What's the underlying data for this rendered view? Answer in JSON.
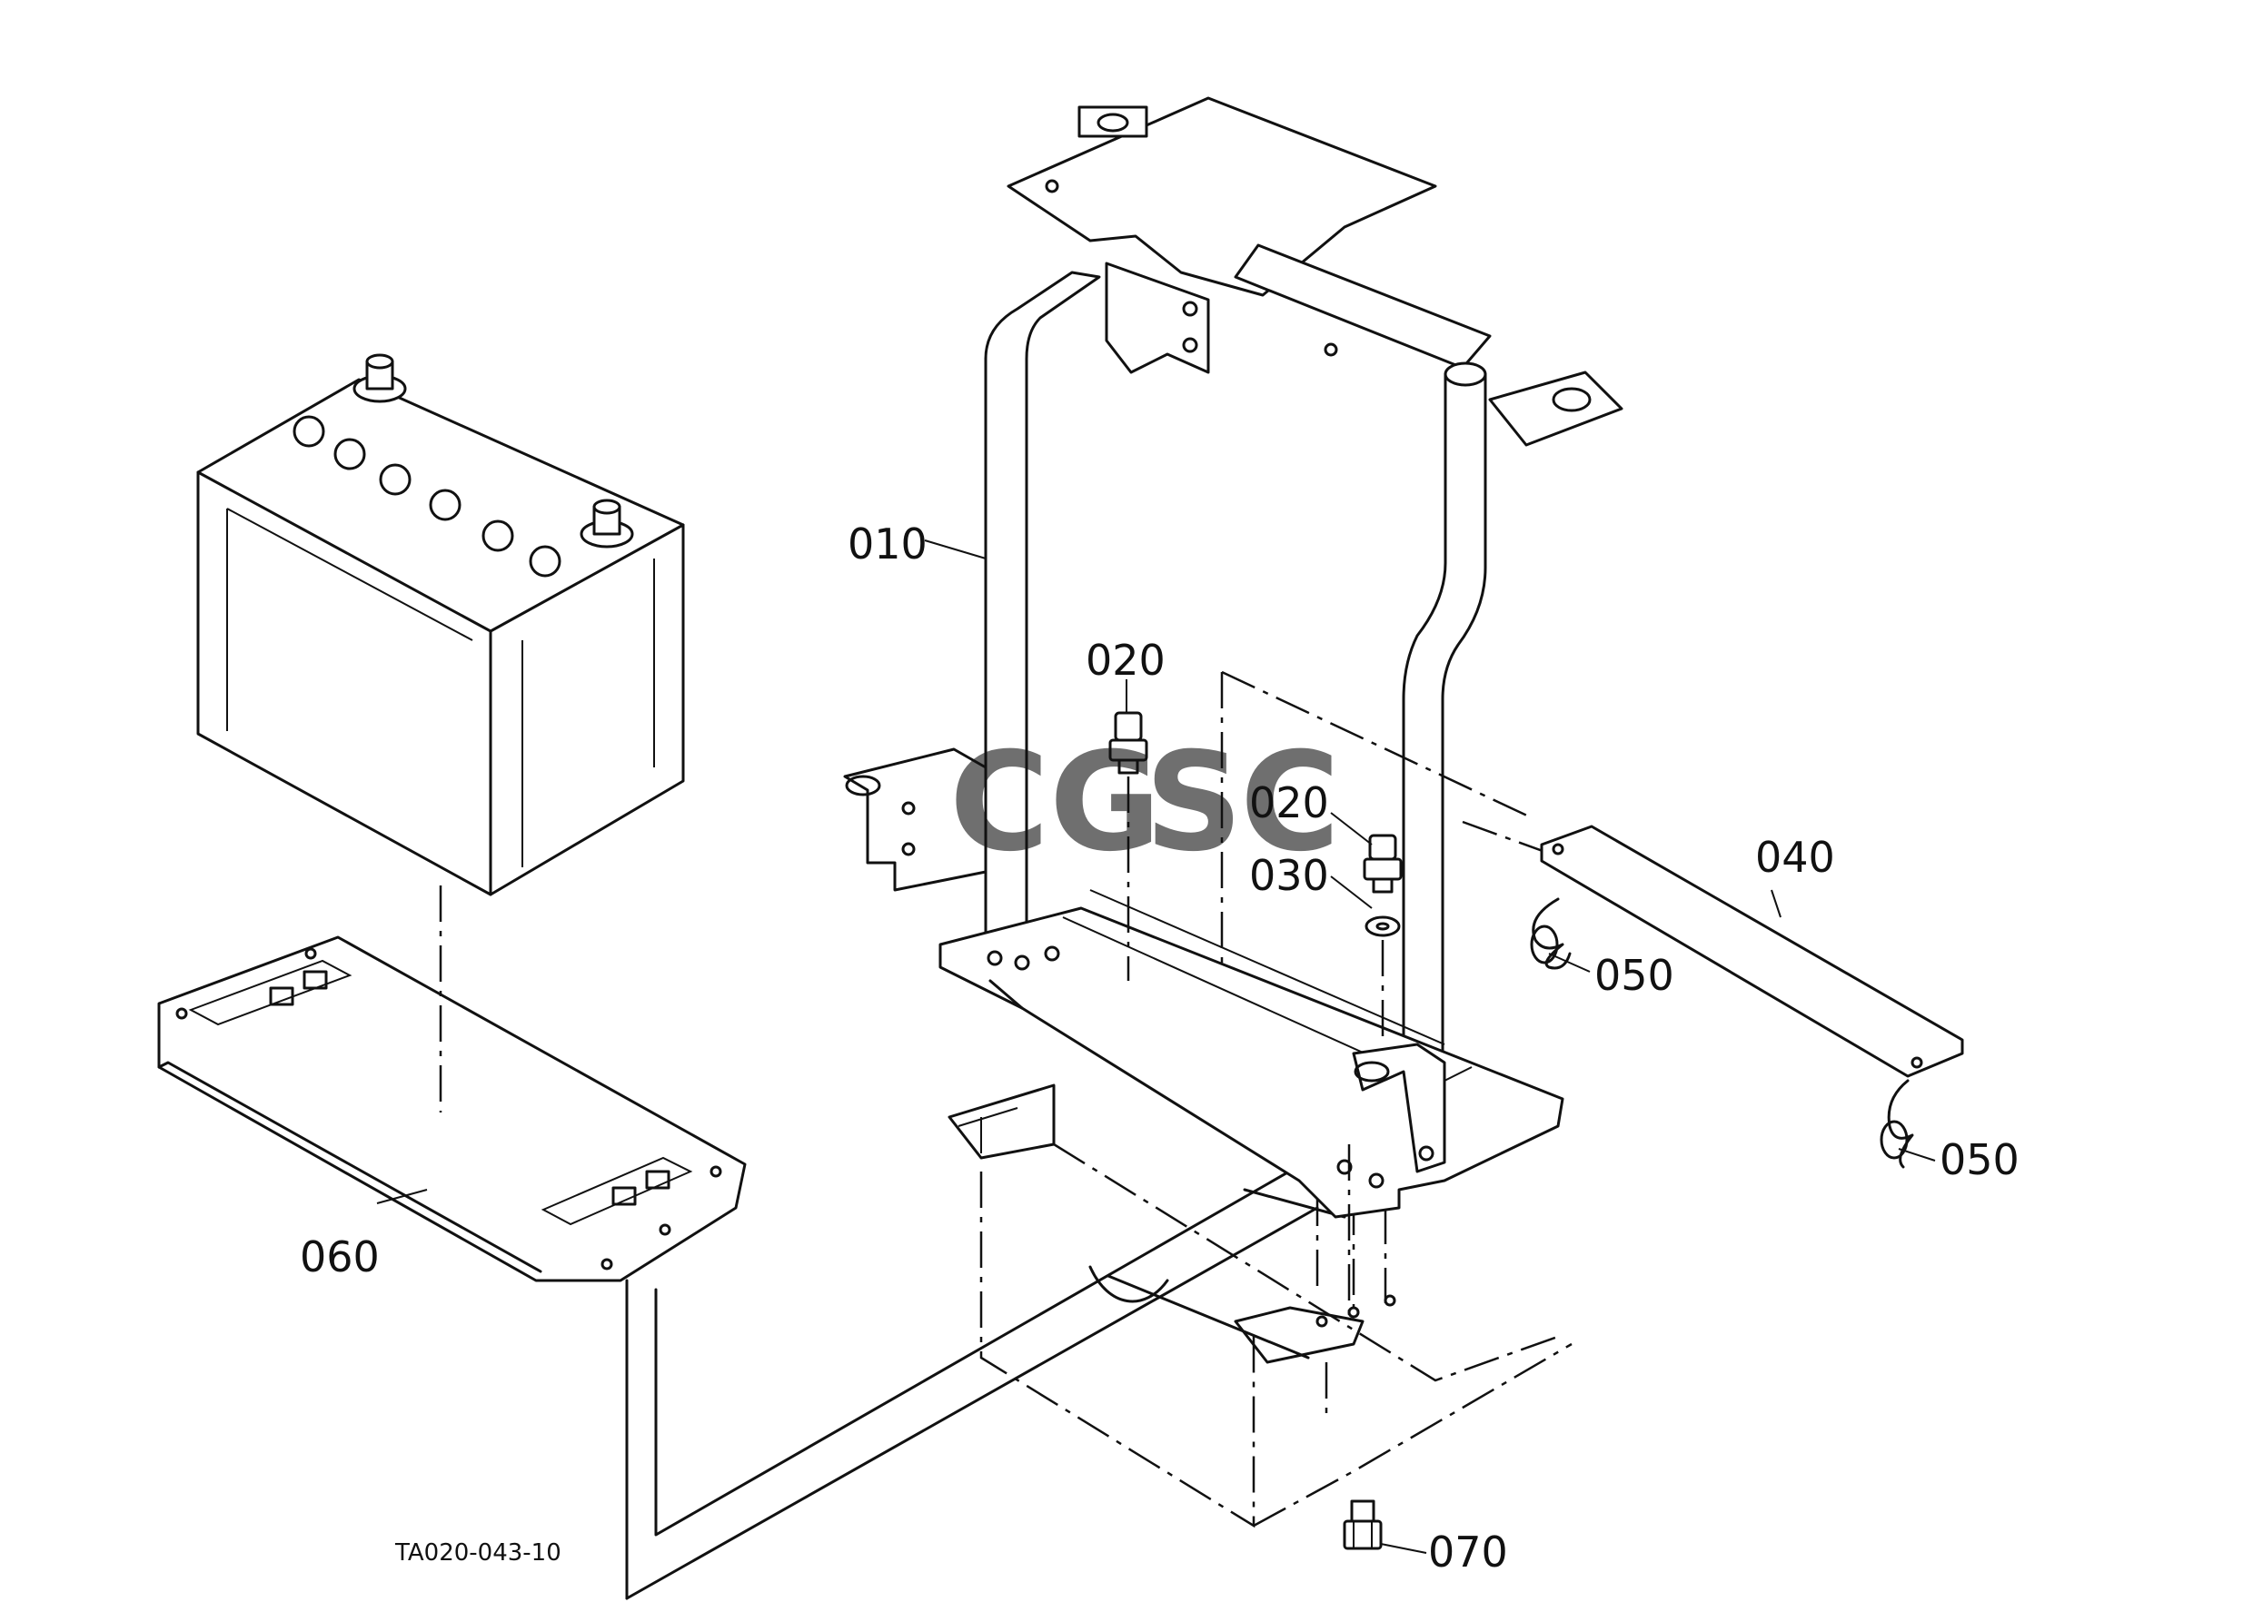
{
  "watermark": {
    "letters": [
      "C",
      "G",
      "S",
      "C"
    ],
    "colors": [
      "#4285F4",
      "#EA4335",
      "#FBBC05",
      "#34A853"
    ]
  },
  "callouts": {
    "p010": "010",
    "p020a": "020",
    "p020b": "020",
    "p030": "030",
    "p040": "040",
    "p050a": "050",
    "p050b": "050",
    "p060": "060",
    "p070": "070"
  },
  "drawing_code": "TA020-043-10",
  "colors": {
    "line": "#111111",
    "background": "#ffffff"
  }
}
